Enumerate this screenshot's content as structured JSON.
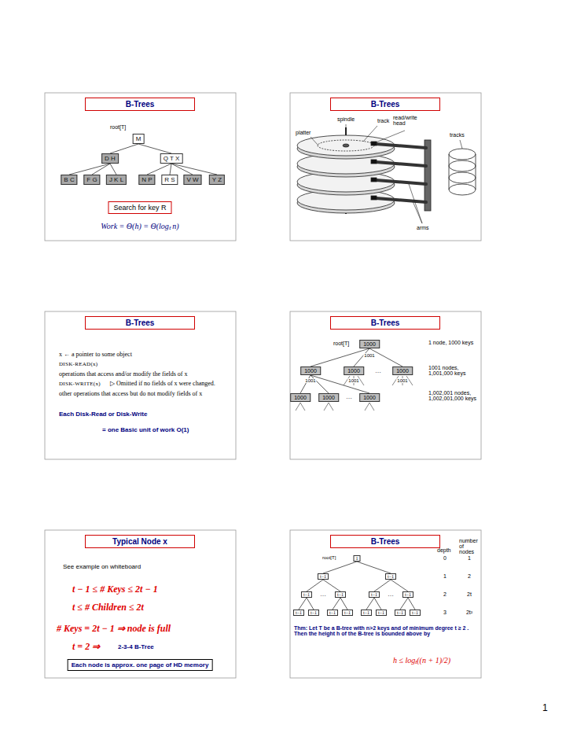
{
  "diagram": {
    "nodes": [
      {
        "text": [
          "B-Trees"
        ]
      },
      {
        "text": [
          "M"
        ]
      },
      {
        "text": [
          "D H"
        ]
      },
      {
        "text": [
          "Q T X"
        ]
      },
      {
        "text": [
          "B C"
        ]
      },
      {
        "text": [
          "F G"
        ]
      },
      {
        "text": [
          "J K L"
        ]
      },
      {
        "text": [
          "N P"
        ]
      },
      {
        "text": [
          "R S"
        ]
      },
      {
        "text": [
          "V W"
        ]
      },
      {
        "text": [
          "Y Z"
        ]
      },
      {
        "text": [
          "Search for key R"
        ]
      },
      {
        "text": [
          "B-Trees"
        ]
      },
      {
        "text": [
          "B-Trees"
        ]
      },
      {
        "text": [
          "B-Trees"
        ]
      },
      {
        "text": [
          "1000"
        ]
      },
      {
        "text": [
          "1000"
        ]
      },
      {
        "text": [
          "1000"
        ]
      },
      {
        "text": [
          "1000"
        ]
      },
      {
        "text": [
          "1000"
        ]
      },
      {
        "text": [
          "1000"
        ]
      },
      {
        "text": [
          "1000"
        ]
      },
      {
        "text": [
          "Typical Node x"
        ]
      },
      {
        "text": [
          "Each node is approx. one page of HD memory"
        ]
      },
      {
        "text": [
          "B-Trees"
        ]
      },
      {
        "text": [
          "1"
        ]
      },
      {
        "text": [
          "t−1"
        ]
      },
      {
        "text": [
          "t−1"
        ]
      },
      {
        "text": [
          "t−1"
        ]
      },
      {
        "text": [
          "t−1"
        ]
      },
      {
        "text": [
          "t−1"
        ]
      },
      {
        "text": [
          "t−1"
        ]
      },
      {
        "text": [
          "t−1"
        ]
      },
      {
        "text": [
          "t−1"
        ]
      },
      {
        "text": [
          "t−1"
        ]
      },
      {
        "text": [
          "t−1"
        ]
      },
      {
        "text": [
          "t−1"
        ]
      },
      {
        "text": [
          "t−1"
        ]
      },
      {
        "text": [
          "t−1"
        ]
      },
      {
        "text": [
          "t−1"
        ]
      }
    ],
    "edges": [
      {
        "from": 1,
        "to": 2,
        "arrow": "none"
      },
      {
        "from": 1,
        "to": 3,
        "arrow": "none"
      },
      {
        "from": 2,
        "to": 4,
        "arrow": "none"
      },
      {
        "from": 2,
        "to": 5,
        "arrow": "none"
      },
      {
        "from": 2,
        "to": 6,
        "arrow": "none"
      },
      {
        "from": 3,
        "to": 7,
        "arrow": "none"
      },
      {
        "from": 3,
        "to": 8,
        "arrow": "none"
      },
      {
        "from": 3,
        "to": 9,
        "arrow": "none"
      },
      {
        "from": 3,
        "to": 10,
        "arrow": "none"
      },
      {
        "from": 15,
        "to": 16,
        "arrow": "none"
      },
      {
        "from": 15,
        "to": 17,
        "arrow": "none"
      },
      {
        "from": 15,
        "to": 18,
        "arrow": "none"
      },
      {
        "from": 16,
        "to": 19,
        "arrow": "none"
      },
      {
        "from": 16,
        "to": 20,
        "arrow": "none"
      },
      {
        "from": 16,
        "to": 21,
        "arrow": "none"
      },
      {
        "from": 25,
        "to": 26,
        "arrow": "none"
      },
      {
        "from": 25,
        "to": 27,
        "arrow": "none"
      },
      {
        "from": 26,
        "to": 28,
        "arrow": "none"
      },
      {
        "from": 26,
        "to": 29,
        "arrow": "none"
      },
      {
        "from": 27,
        "to": 30,
        "arrow": "none"
      },
      {
        "from": 27,
        "to": 31,
        "arrow": "none"
      },
      {
        "from": 28,
        "to": 32,
        "arrow": "none"
      },
      {
        "from": 28,
        "to": 33,
        "arrow": "none"
      },
      {
        "from": 29,
        "to": 34,
        "arrow": "none"
      },
      {
        "from": 29,
        "to": 35,
        "arrow": "none"
      },
      {
        "from": 30,
        "to": 36,
        "arrow": "none"
      },
      {
        "from": 30,
        "to": 37,
        "arrow": "none"
      },
      {
        "from": 31,
        "to": 38,
        "arrow": "none"
      },
      {
        "from": 31,
        "to": 39,
        "arrow": "none"
      }
    ],
    "labels": [
      "root[T]",
      "Work = Θ(h) = Θ(logₜ n)",
      "platter",
      "spindle",
      "track",
      "read/write head",
      "tracks",
      "arms",
      "x ← a pointer to some object",
      "DISK-READ(x)",
      "operations that access and/or modify the fields of x",
      "DISK-WRITE(x)",
      "▷ Omitted if no fields of x were changed.",
      "other operations that access but do not modify fields of x",
      "Each Disk-Read or Disk-Write",
      "= one Basic unit of work O(1)",
      "root[T]",
      "1001",
      "1001",
      "1001",
      "1001",
      "…",
      "…",
      "1 node, 1000 keys",
      "1001 nodes, 1,001,000 keys",
      "1,002,001 nodes, 1,002,001,000 keys",
      "See example on whiteboard",
      "t − 1 ≤ # Keys ≤ 2t − 1",
      "t ≤ # Children ≤ 2t",
      "# Keys = 2t − 1 ⇒ node is full",
      "t = 2 ⇒",
      "2-3-4 B-Tree",
      "root[T]",
      "depth",
      "number of nodes",
      "0",
      "1",
      "1",
      "2",
      "2",
      "2t",
      "3",
      "2t²",
      "…",
      "…",
      "Thm: Let T be a B-tree with n>2 keys and of minimum degree t ≥ 2 . Then the height h of the B-tree is bounded above by",
      "h ≤ logₜ((n + 1)/2)",
      "1"
    ]
  }
}
